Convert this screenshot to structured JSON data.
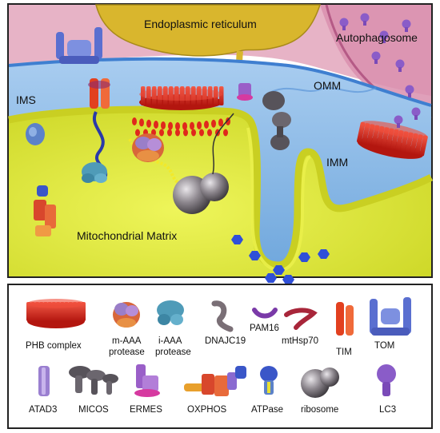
{
  "scene": {
    "endoplasmic_reticulum": "Endoplasmic reticulum",
    "autophagosome": "Autophagosome",
    "ims": "IMS",
    "omm": "OMM",
    "imm": "IMM",
    "matrix": "Mitochondrial Matrix"
  },
  "legend": {
    "phb_complex": "PHB complex",
    "m_aaa_line1": "m-AAA",
    "m_aaa_line2": "protease",
    "i_aaa_line1": "i-AAA",
    "i_aaa_line2": "protease",
    "dnajc19": "DNAJC19",
    "pam16": "PAM16",
    "mthsp70": "mtHsp70",
    "tim": "TIM",
    "tom": "TOM",
    "atad3": "ATAD3",
    "micos": "MICOS",
    "ermes": "ERMES",
    "oxphos": "OXPHOS",
    "atpase": "ATPase",
    "ribosome": "ribosome",
    "lc3": "LC3"
  },
  "colors": {
    "cytosol_pink": "#e8b4c4",
    "ims_blue": "#7fb0e0",
    "omm_blue": "#4f8ed8",
    "matrix_yellow": "#e6ef3a",
    "er_gold": "#d8b52a",
    "phb_red": "#e0281c",
    "tom_blue": "#5a6fd0",
    "ribosome_gray": "#6e6a70"
  }
}
